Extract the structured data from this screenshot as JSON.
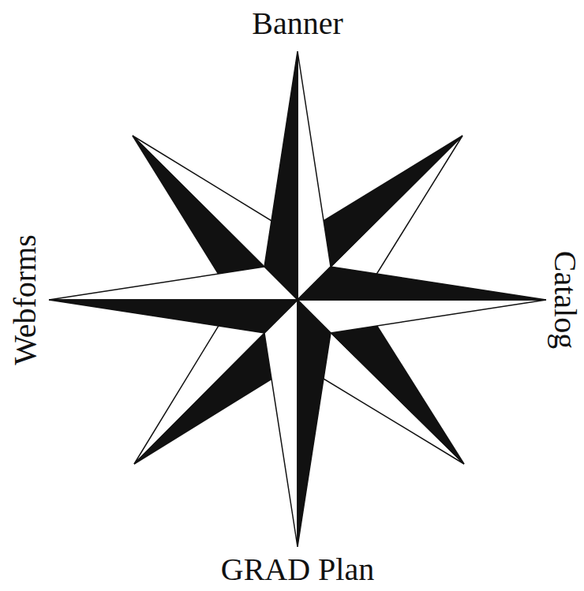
{
  "diagram": {
    "labels": [
      "Banner",
      "Webforms",
      "Catalog",
      "GRAD Plan"
    ]
  }
}
